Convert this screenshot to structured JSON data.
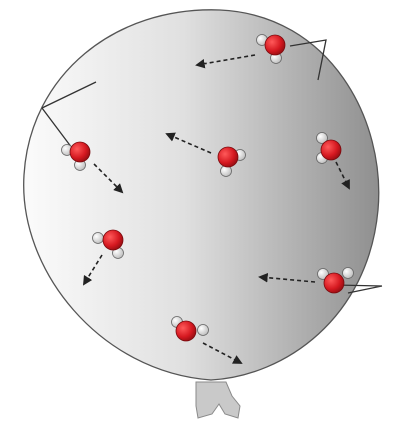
{
  "diagram": {
    "molecules": [
      {
        "id": "m1",
        "motion": "left-down"
      },
      {
        "id": "m2",
        "motion": "down-right"
      },
      {
        "id": "m3",
        "motion": "left-up"
      },
      {
        "id": "m4",
        "motion": "down-right"
      },
      {
        "id": "m5",
        "motion": "left-down"
      },
      {
        "id": "m6",
        "motion": "left"
      },
      {
        "id": "m7",
        "motion": "down-right"
      }
    ],
    "colors": {
      "oxygen": "#d51820",
      "hydrogen": "#f4f4f4",
      "balloon_light": "#f9f9f9",
      "balloon_dark": "#8c8c8c",
      "outline": "#444444"
    }
  }
}
